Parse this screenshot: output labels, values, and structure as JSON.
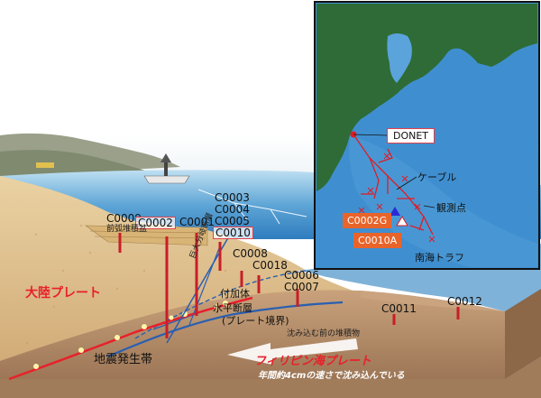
{
  "cross_section": {
    "sites": {
      "c0009": "C0009",
      "c0002": "C0002",
      "c0001": "C0001",
      "c0003": "C0003",
      "c0004": "C0004",
      "c0005": "C0005",
      "c0010": "C0010",
      "c0008": "C0008",
      "c0018": "C0018",
      "c0006": "C0006",
      "c0007": "C0007",
      "c0011": "C0011",
      "c0012": "C0012"
    },
    "forearc_basin": "前弧堆積盆",
    "mega_splay_fault": "巨大分岐断層",
    "accretionary_prism": "付加体",
    "decollement": "水平断層",
    "plate_boundary": "(プレート境界)",
    "subducting_sediment": "沈み込む前の堆積物",
    "continental_plate": "大陸プレート",
    "seismogenic_zone": "地震発生帯",
    "philippine_plate": "フィリピン海プレート",
    "subduction_rate": "年間約4cmの速さで沈み込んでいる"
  },
  "inset_map": {
    "donet": "DONET",
    "cable": "ケーブル",
    "observation_point": "観測点",
    "site_c0002g": "C0002G",
    "site_c0010a": "C0010A",
    "nankai_trough": "南海トラフ"
  },
  "colors": {
    "land": "#2e6b36",
    "ocean": "#3f8fd0",
    "sediment": "#d9b985",
    "mantle": "#b48f6a",
    "red_accent": "#e8202a",
    "orange_box": "#e8642a"
  }
}
